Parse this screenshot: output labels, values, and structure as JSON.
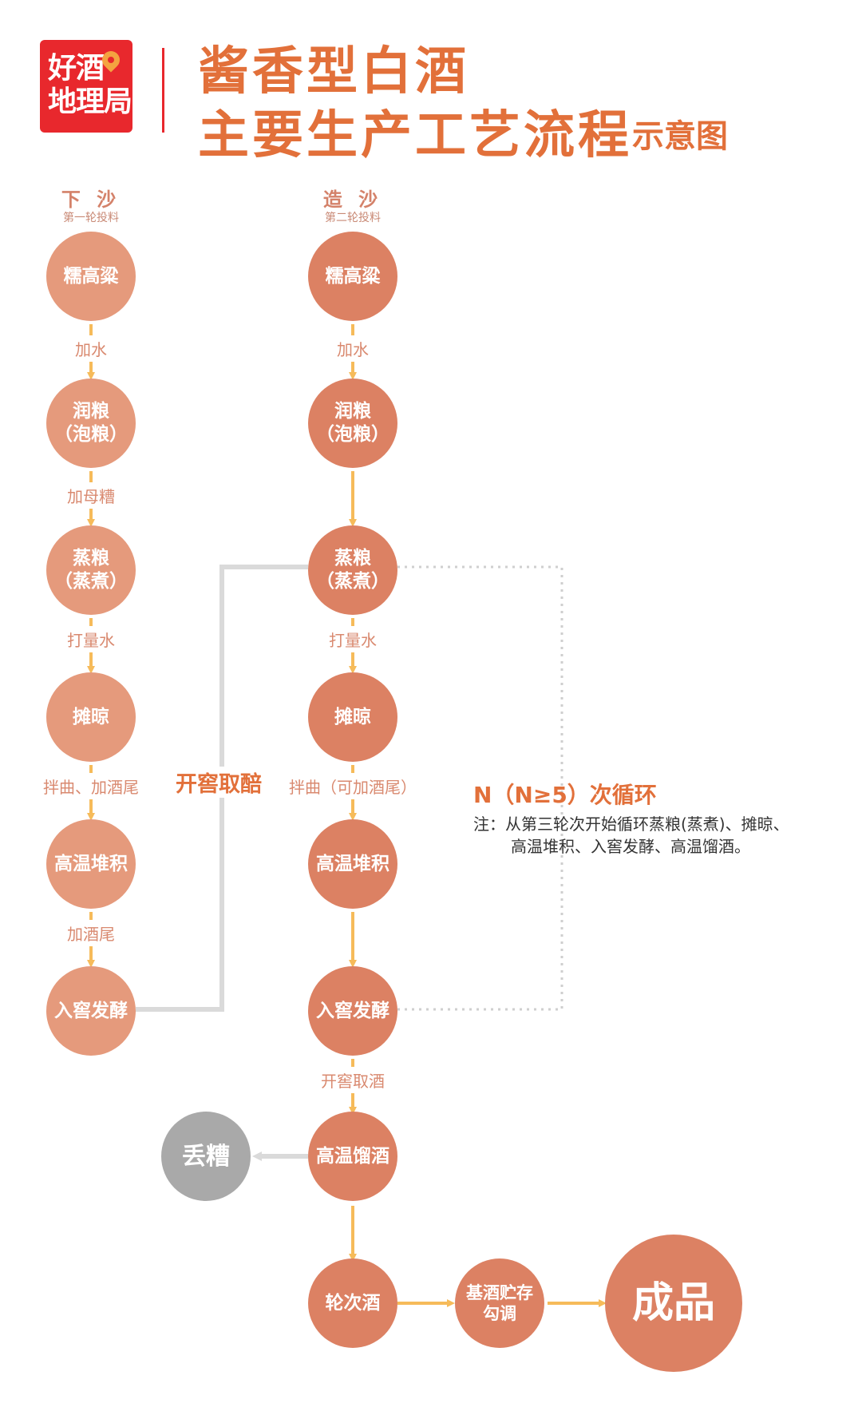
{
  "header": {
    "logo_line1": "好酒",
    "logo_line2": "地理局",
    "title_line1": "酱香型白酒",
    "title_line2": "主要生产工艺流程",
    "title_suffix": "示意图"
  },
  "left_column": {
    "title": "下 沙",
    "subtitle": "第一轮投料",
    "nodes": [
      "糯高粱",
      "润粮\n（泡粮）",
      "蒸粮\n（蒸煮）",
      "摊晾",
      "高温堆积",
      "入窖发酵"
    ],
    "steps": [
      "加水",
      "加母糟",
      "打量水",
      "拌曲、加酒尾",
      "加酒尾"
    ]
  },
  "right_column": {
    "title": "造 沙",
    "subtitle": "第二轮投料",
    "nodes": [
      "糯高粱",
      "润粮\n（泡粮）",
      "蒸粮\n（蒸煮）",
      "摊晾",
      "高温堆积",
      "入窖发酵",
      "高温馏酒",
      "轮次酒"
    ],
    "steps": [
      "加水",
      "打量水",
      "拌曲（可加酒尾）",
      "开窖取酒"
    ]
  },
  "connector_label": "开窖取醅",
  "discard_node": "丢糟",
  "storage_node": "基酒贮存\n勾调",
  "final_node": "成品",
  "loop": {
    "title": "N（N≥5）次循环",
    "note_line1": "注：从第三轮次开始循环蒸粮(蒸煮)、摊晾、",
    "note_line2": "高温堆积、入窖发酵、高温馏酒。"
  },
  "colors": {
    "node": "#dc8163",
    "node_light": "#e59a7c",
    "arrow": "#f6bb5a",
    "connector_grey": "#dadada",
    "discard_grey": "#a9a9a9",
    "title_orange": "#e2703a",
    "logo_red": "#e8282d"
  }
}
